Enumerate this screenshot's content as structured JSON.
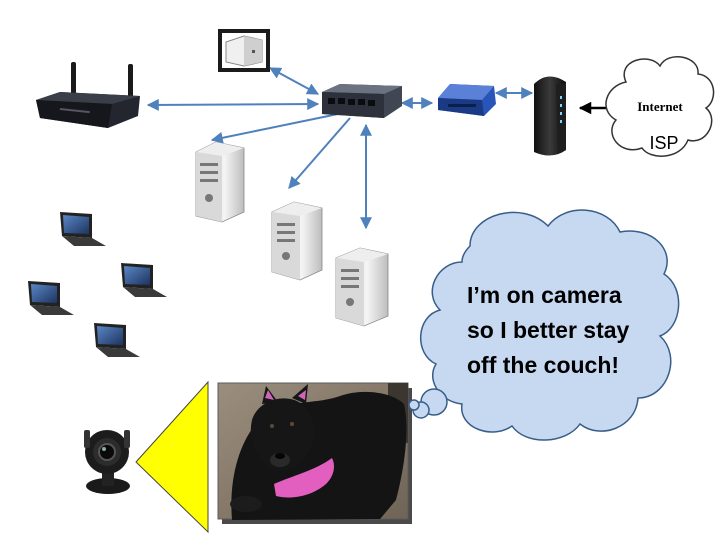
{
  "diagram": {
    "cloud_title": "Internet",
    "cloud_label": "ISP",
    "thought_lines": [
      "I’m on camera",
      "so I better stay",
      "off the couch!"
    ]
  },
  "colors": {
    "arrow": "#4f81bd",
    "thought_fill": "#c6d9f1",
    "thought_stroke": "#385d8a",
    "camera_cone": "#ffff00",
    "photo_border": "#5b5b5b"
  },
  "icons": [
    "wireless-router-icon",
    "nas-drive-icon",
    "network-switch-icon",
    "cable-router-icon",
    "modem-icon",
    "internet-cloud-icon",
    "server-tower-icon",
    "laptop-icon",
    "ip-camera-icon",
    "dog-photo"
  ]
}
